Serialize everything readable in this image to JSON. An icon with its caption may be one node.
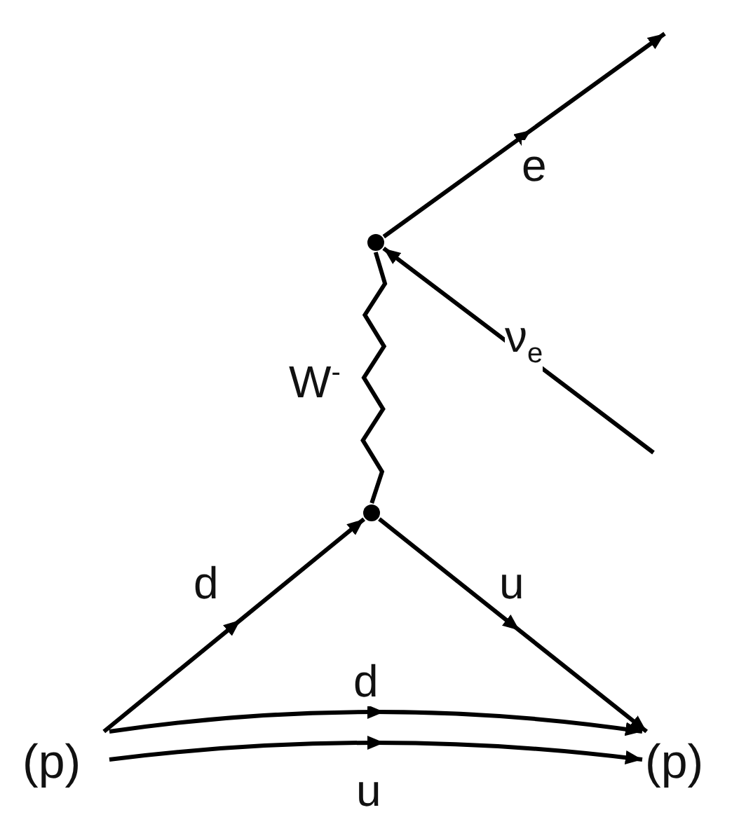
{
  "diagram": {
    "nodes": [
      {
        "text": [],
        "shape": "circle"
      },
      {
        "text": [],
        "shape": "circle"
      },
      {
        "text": [
          "(p)"
        ]
      },
      {
        "text": [
          "(p)"
        ]
      }
    ],
    "edges": [
      {
        "from": 0,
        "to": null,
        "arrow": "to",
        "label": "e"
      },
      {
        "from": null,
        "to": 0,
        "arrow": "to",
        "label": "ν$_{e}$"
      },
      {
        "from": 1,
        "to": 0,
        "arrow": "none",
        "label": "W$^{-}$"
      },
      {
        "from": 2,
        "to": 1,
        "arrow": "to",
        "label": "d"
      },
      {
        "from": 1,
        "to": 3,
        "arrow": "to",
        "label": "u"
      },
      {
        "from": 2,
        "to": 3,
        "arrow": "to",
        "label": "d"
      },
      {
        "from": 2,
        "to": 3,
        "arrow": "to",
        "label": "u"
      }
    ]
  }
}
